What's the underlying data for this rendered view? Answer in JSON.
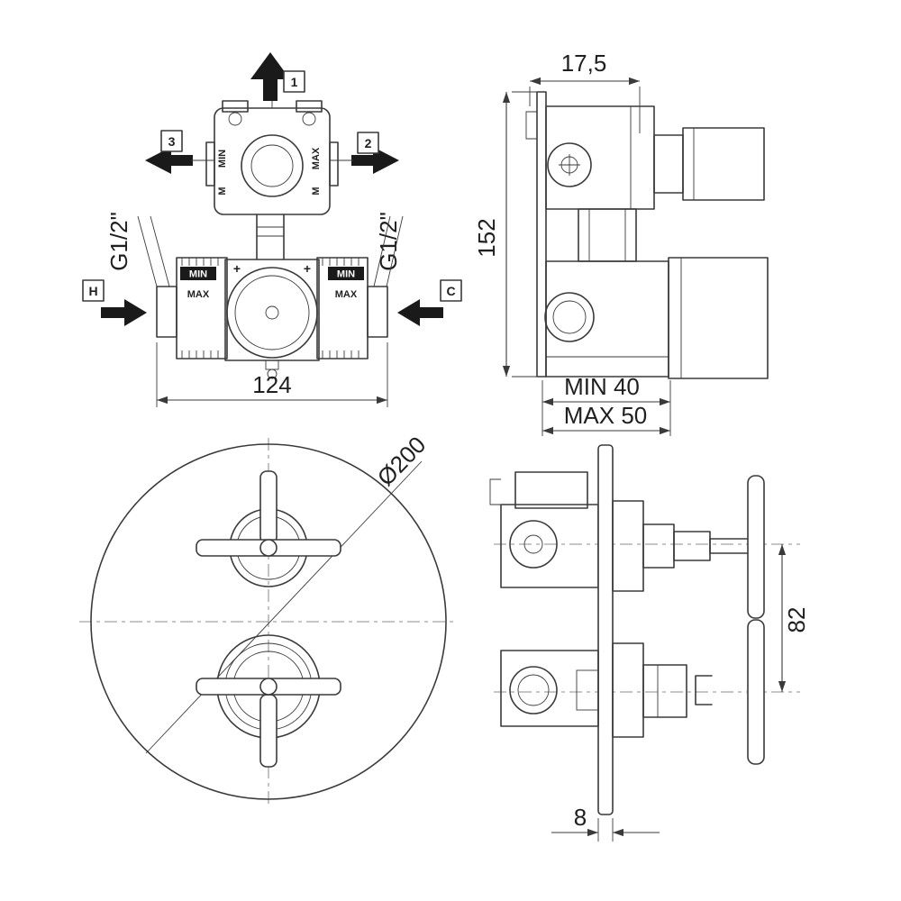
{
  "colors": {
    "background": "#ffffff",
    "line": "#3a3a3a",
    "text": "#1f1f1f"
  },
  "views": {
    "rough_in_front": {
      "outlet_top_label": "1",
      "outlet_right_label": "2",
      "outlet_left_label": "3",
      "inlet_hot_label": "H",
      "inlet_cold_label": "C",
      "diverter": {
        "left_min": "MIN",
        "left_m": "M",
        "right_max": "MAX",
        "right_m": "M"
      },
      "mixer": {
        "left_min": "MIN",
        "left_max": "MAX",
        "right_min": "MIN",
        "right_max": "MAX",
        "plus_left": "+",
        "plus_right": "+"
      },
      "thread_left": "G1/2\"",
      "thread_right": "G1/2\"",
      "width_dim": "124"
    },
    "rough_in_side": {
      "plate_offset_dim": "17,5",
      "height_dim": "152",
      "depth_min_dim": "MIN 40",
      "depth_max_dim": "MAX 50"
    },
    "trim_front": {
      "plate_diameter_dim": "Ø200"
    },
    "trim_side": {
      "handle_spacing_dim": "82",
      "plate_thickness_dim": "8"
    }
  }
}
